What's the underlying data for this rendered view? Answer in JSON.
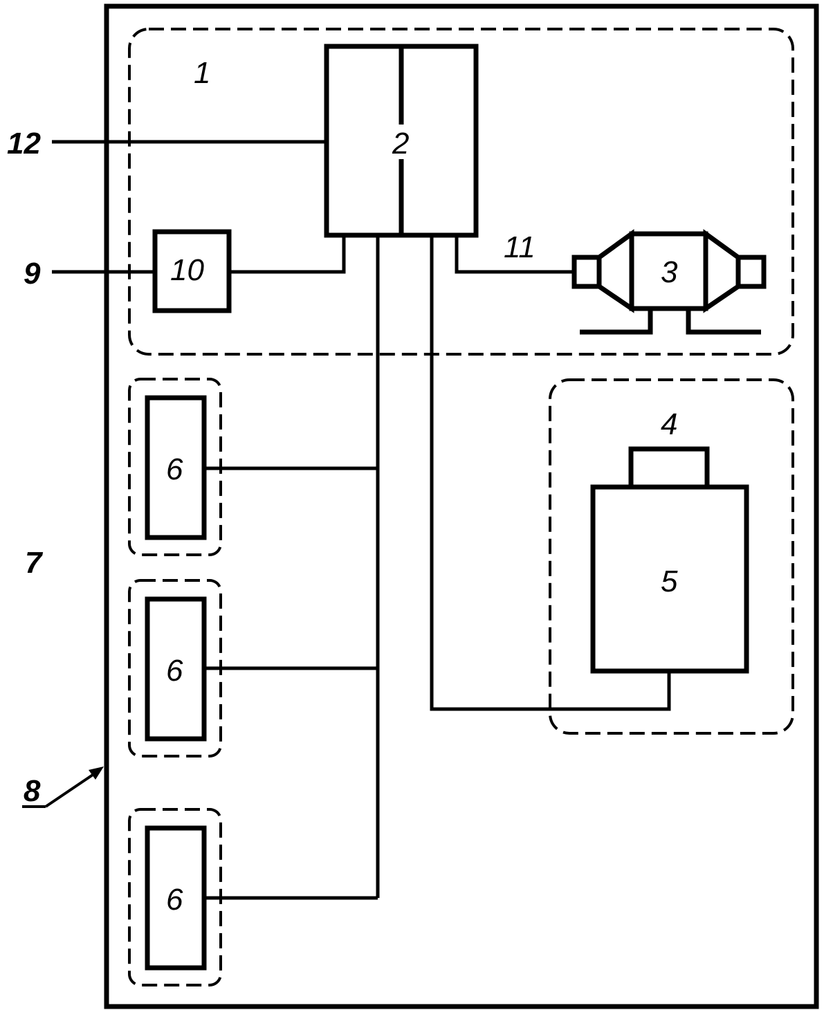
{
  "figure": {
    "type": "block diagram",
    "colors": {
      "stroke": "#000000",
      "background": "#ffffff"
    },
    "labels": {
      "subsystem_1": "1",
      "controller_2": "2",
      "pump_3": "3",
      "subsystem_4": "4",
      "component_5": "5",
      "unit_6": "6",
      "region_7": "7",
      "enclosure_8": "8",
      "input_9": "9",
      "module_10": "10",
      "line_11": "11",
      "input_12": "12"
    },
    "components": [
      {
        "id": "1",
        "kind": "dashed-group",
        "contains": [
          "2",
          "3",
          "10"
        ]
      },
      {
        "id": "2",
        "kind": "split-block"
      },
      {
        "id": "3",
        "kind": "pump-symbol"
      },
      {
        "id": "4",
        "kind": "dashed-group",
        "contains": [
          "5"
        ]
      },
      {
        "id": "5",
        "kind": "block-with-cap"
      },
      {
        "id": "6",
        "kind": "block",
        "count": 3,
        "each_in_dashed_group": true
      },
      {
        "id": "7",
        "kind": "region-label"
      },
      {
        "id": "8",
        "kind": "enclosure",
        "indicated_by": "leader-arrow"
      },
      {
        "id": "10",
        "kind": "block"
      }
    ],
    "connections": [
      {
        "from": "12",
        "to": "2"
      },
      {
        "from": "9",
        "to": "10"
      },
      {
        "from": "10",
        "to": "2"
      },
      {
        "from": "2",
        "to": "3",
        "via": "11"
      },
      {
        "from": "2",
        "to": "6",
        "branches": 3
      },
      {
        "from": "2",
        "to": "5"
      }
    ]
  }
}
